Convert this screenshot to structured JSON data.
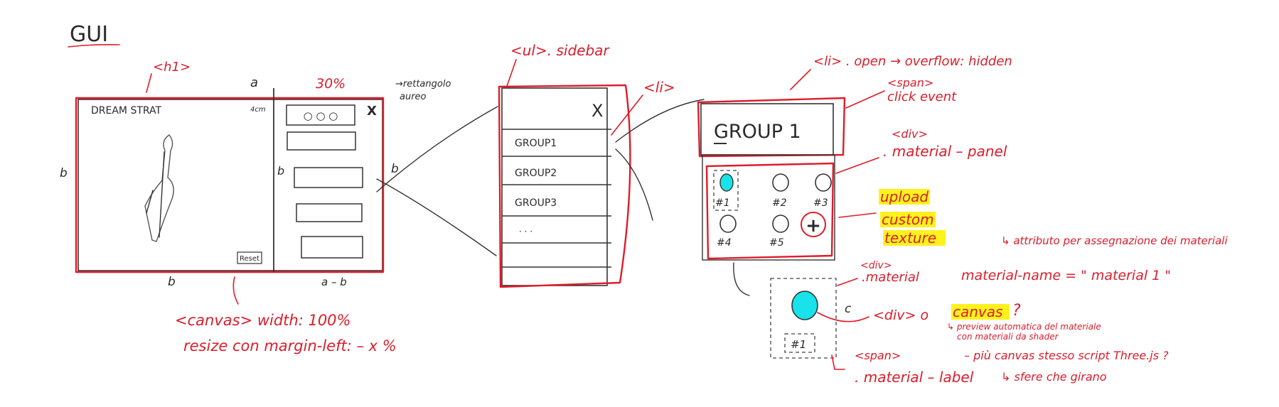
{
  "title": "GUI",
  "wireframe1": {
    "tag_h1": "<h1>",
    "app_title": "DREAM STRAT",
    "dim_a_top": "a",
    "pct": "30%",
    "rect_note_1": "→rettangolo",
    "rect_note_2": "aureo",
    "cm_label": "4cm",
    "dots": "○ ○ ○",
    "close": "X",
    "left_b": "b",
    "inner_b": "b",
    "right_b": "b",
    "reset": "Reset",
    "bottom_b": "b",
    "bottom_ab": "a – b",
    "canvas_note_1": "<canvas>  width: 100%",
    "canvas_note_2": "resize con margin-left: – x %"
  },
  "wireframe2": {
    "ul_label": "<ul>. sidebar",
    "li_label": "<li>",
    "close": "X",
    "items": [
      "GROUP1",
      "GROUP2",
      "GROUP3"
    ],
    "dots": "· · ·"
  },
  "wireframe3": {
    "li_open": "<li> . open  → overflow: hidden",
    "span_label": "<span>",
    "click_event": "click event",
    "group_title": "GROUP 1",
    "div_label": "<div>",
    "panel_class": ". material – panel",
    "material_labels": [
      "#1",
      "#2",
      "#3",
      "#4",
      "#5"
    ],
    "add_icon": "+",
    "upload": [
      "upload",
      "custom",
      "texture"
    ],
    "attr_note": "↳ attributo per assegnazione dei materiali",
    "material_name": "material-name = \" material 1 \"",
    "div_material_1": "<div>",
    "div_material_2": ".material",
    "c_label": "c",
    "div_or": "<div>  o",
    "canvas_word": "canvas",
    "question": "?",
    "preview_1": "↳ preview automatica del materiale",
    "preview_2": "con materiali da shader",
    "multi_canvas": "– più canvas stesso script Three.js ?",
    "spheres": "↳ sfere che girano",
    "span_label2": "<span>",
    "material_label": ". material – label",
    "detail_label": "#1"
  },
  "colors": {
    "ink": "#2a2a2a",
    "red": "#d81e2c",
    "cyan": "#18e3ea",
    "highlight": "#fff21d"
  }
}
